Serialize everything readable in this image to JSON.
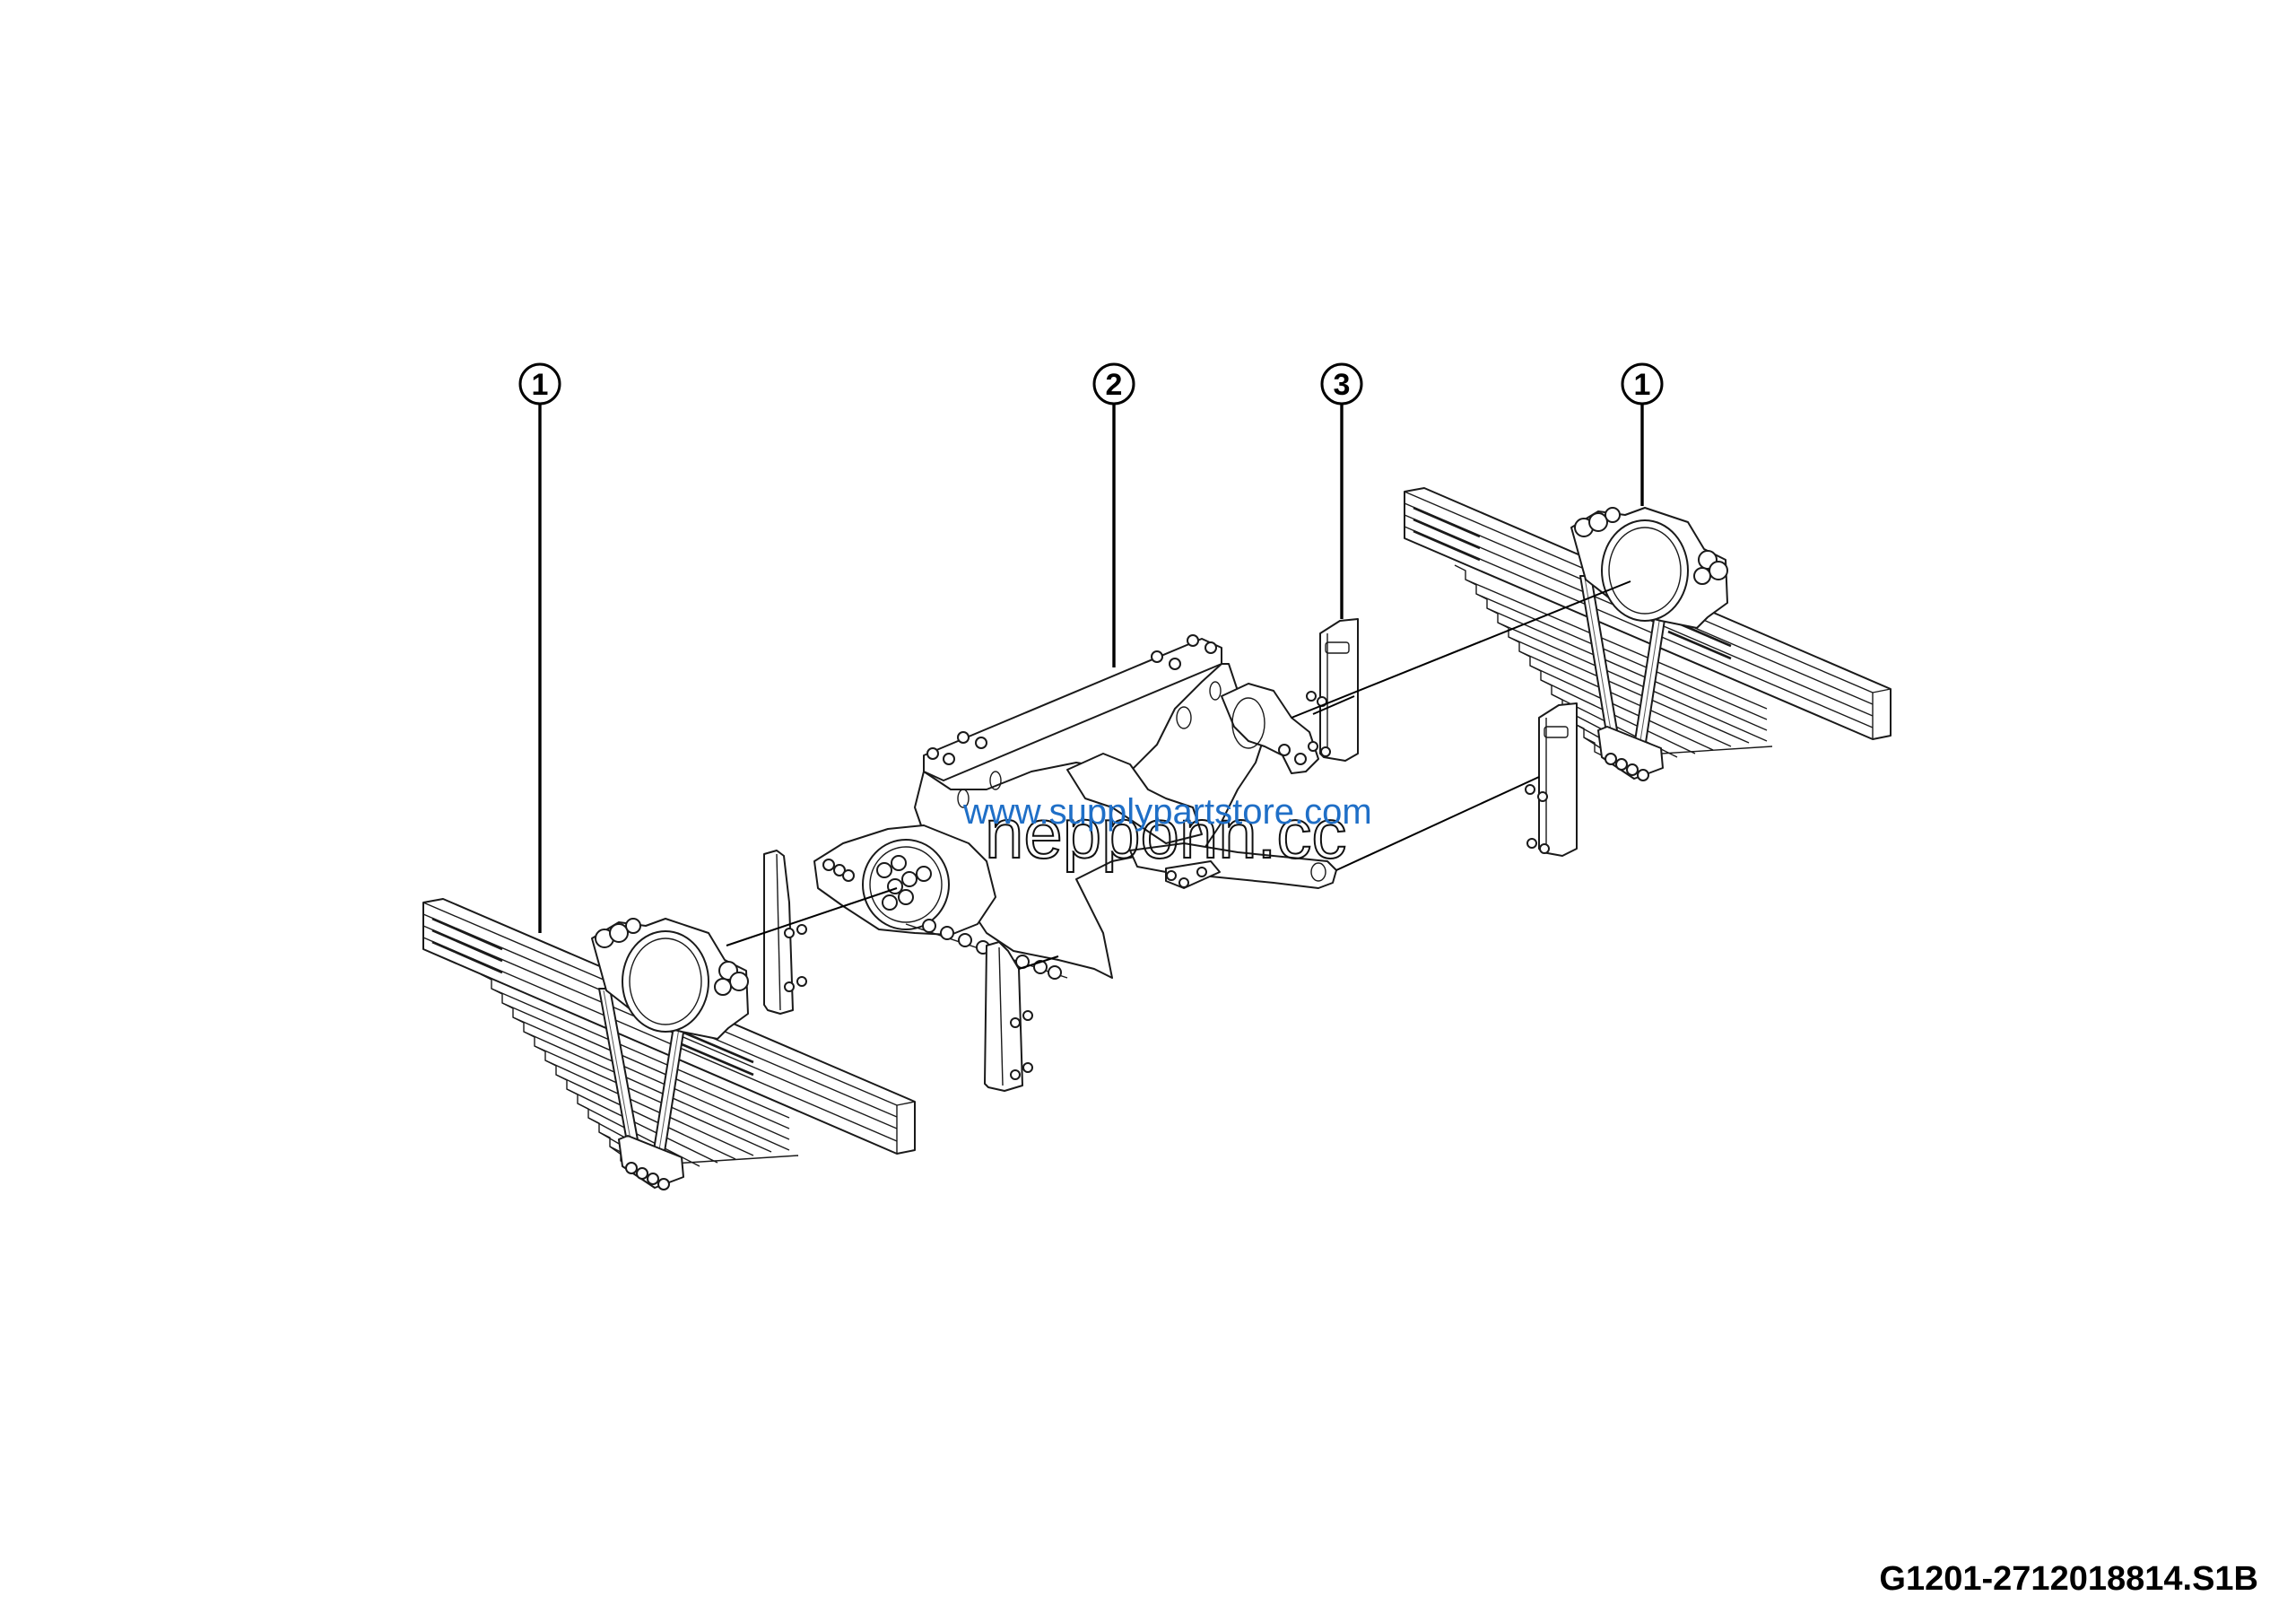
{
  "figure": {
    "reference_code": "G1201-2712018814.S1B",
    "subject": "Leaf spring bogie suspension, exploded view"
  },
  "callouts": [
    {
      "id": "callout-1-left",
      "number": "1",
      "part": "leaf-spring-assembly-left"
    },
    {
      "id": "callout-2",
      "number": "2",
      "part": "bogie-bracket-frame"
    },
    {
      "id": "callout-3",
      "number": "3",
      "part": "wear-plate-bracket"
    },
    {
      "id": "callout-1-right",
      "number": "1",
      "part": "leaf-spring-assembly-right"
    }
  ],
  "watermarks": {
    "url": "www.supplypartstore.com",
    "brand": "nepponn.cc",
    "url_color": "#1f6fc7"
  },
  "colors": {
    "line": "#1a1a1a",
    "background": "#ffffff"
  }
}
